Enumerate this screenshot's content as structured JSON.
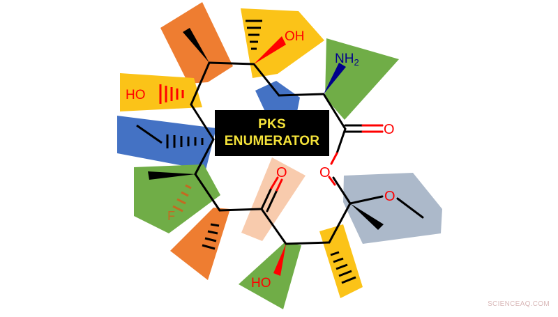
{
  "title": {
    "line1": "PKS",
    "line2": "ENUMERATOR"
  },
  "groups": {
    "oh_top": "OH",
    "nh2": "NH",
    "nh2_sub": "2",
    "ho_left": "HO",
    "ho_bottom": "HO",
    "f": "F"
  },
  "watermark": "SCIENCEAQ.COM",
  "colors": {
    "orange": "#ee7d31",
    "gold": "#fbc318",
    "green": "#70ad47",
    "blue": "#4472c4",
    "peach": "#f8cbad",
    "slate": "#acb9ca",
    "bond": "#000000",
    "oxygen": "#ff0000",
    "nitrogen": "#00008b",
    "title_text": "#f5e33a",
    "title_bg": "#000000"
  }
}
